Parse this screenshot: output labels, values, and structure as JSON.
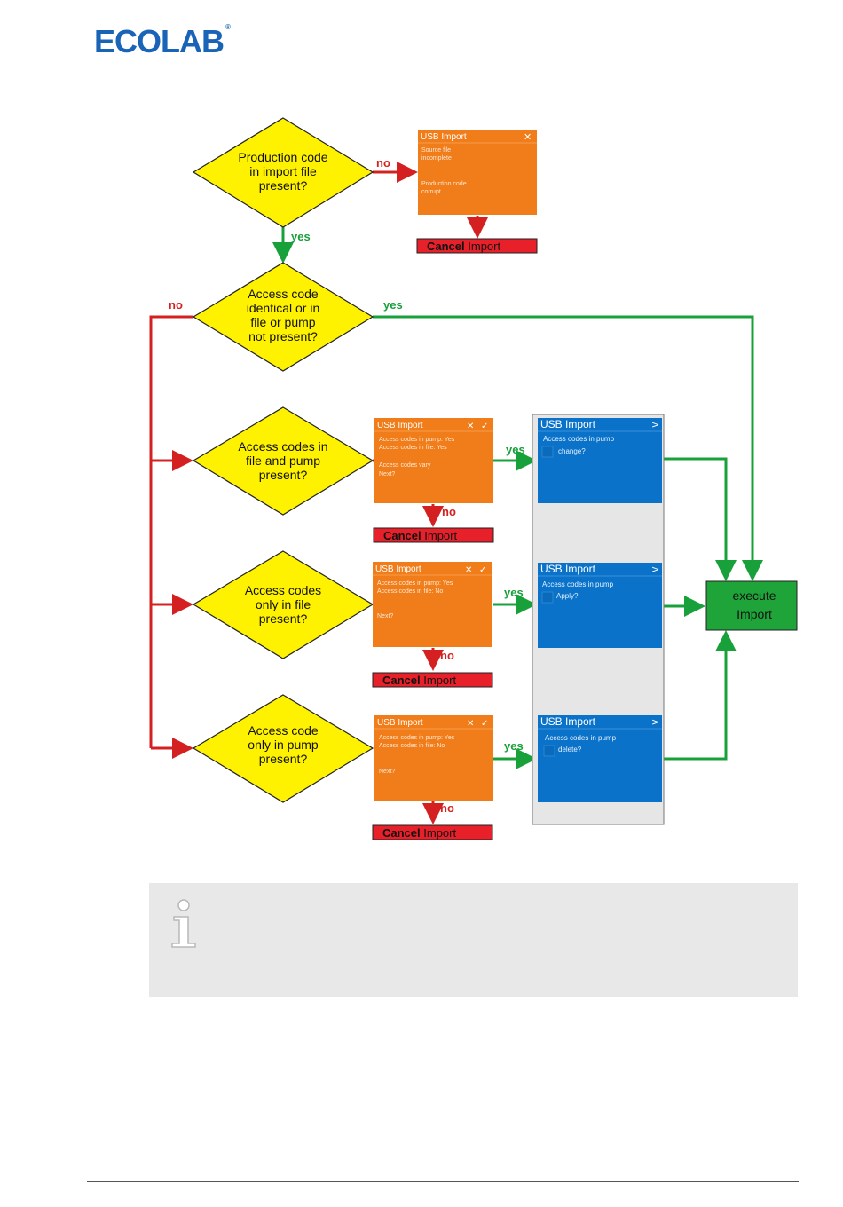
{
  "logo": {
    "text": "ECOLAB",
    "mark": "®"
  },
  "decisions": [
    {
      "id": "d1",
      "lines": [
        "Production code",
        "in import file",
        "present?"
      ]
    },
    {
      "id": "d2",
      "lines": [
        "Access code",
        "identical or in",
        "file or pump",
        "not present?"
      ]
    },
    {
      "id": "d3",
      "lines": [
        "Access codes in",
        "file and pump",
        "present?"
      ]
    },
    {
      "id": "d4",
      "lines": [
        "Access codes",
        "only in file",
        "present?"
      ]
    },
    {
      "id": "d5",
      "lines": [
        "Access code",
        "only in pump",
        "present?"
      ]
    }
  ],
  "edge_labels": {
    "no": "no",
    "yes": "yes"
  },
  "orange_screens": [
    {
      "title": "USB Import",
      "lines": [
        "Source file",
        "incomplete",
        "",
        "",
        "Production code",
        "corrupt"
      ]
    },
    {
      "title": "USB Import",
      "lines": [
        "Access codes in pump: Yes",
        "Access codes in file: Yes",
        "",
        "Access codes vary",
        "Next?"
      ]
    },
    {
      "title": "USB Import",
      "lines": [
        "Access codes in pump: Yes",
        "Access codes in file: No",
        "",
        "",
        "Next?"
      ]
    },
    {
      "title": "USB Import",
      "lines": [
        "Access codes in pump: Yes",
        "Access codes in file: No",
        "",
        "",
        "Next?"
      ]
    }
  ],
  "blue_screens": [
    {
      "title": "USB Import",
      "line1": "Access codes in pump",
      "option": "change?"
    },
    {
      "title": "USB Import",
      "line1": "Access codes in pump",
      "option": "Apply?"
    },
    {
      "title": "USB Import",
      "line1": "Access codes in pump",
      "option": "delete?"
    }
  ],
  "cancel_label": {
    "bold": "Cancel",
    "rest": " Import"
  },
  "execute": {
    "line1": "execute",
    "line2": "Import"
  },
  "colors": {
    "decision": "#fff200",
    "orange_screen": "#f07d1a",
    "blue_screen": "#0a72c9",
    "cancel": "#e8202a",
    "execute": "#1fa43a",
    "edge_no": "#d42020",
    "edge_yes": "#18a03a"
  },
  "icons": {
    "info": "info-icon",
    "close": "close-icon",
    "check": "check-icon",
    "next": "chevron-right-icon"
  }
}
